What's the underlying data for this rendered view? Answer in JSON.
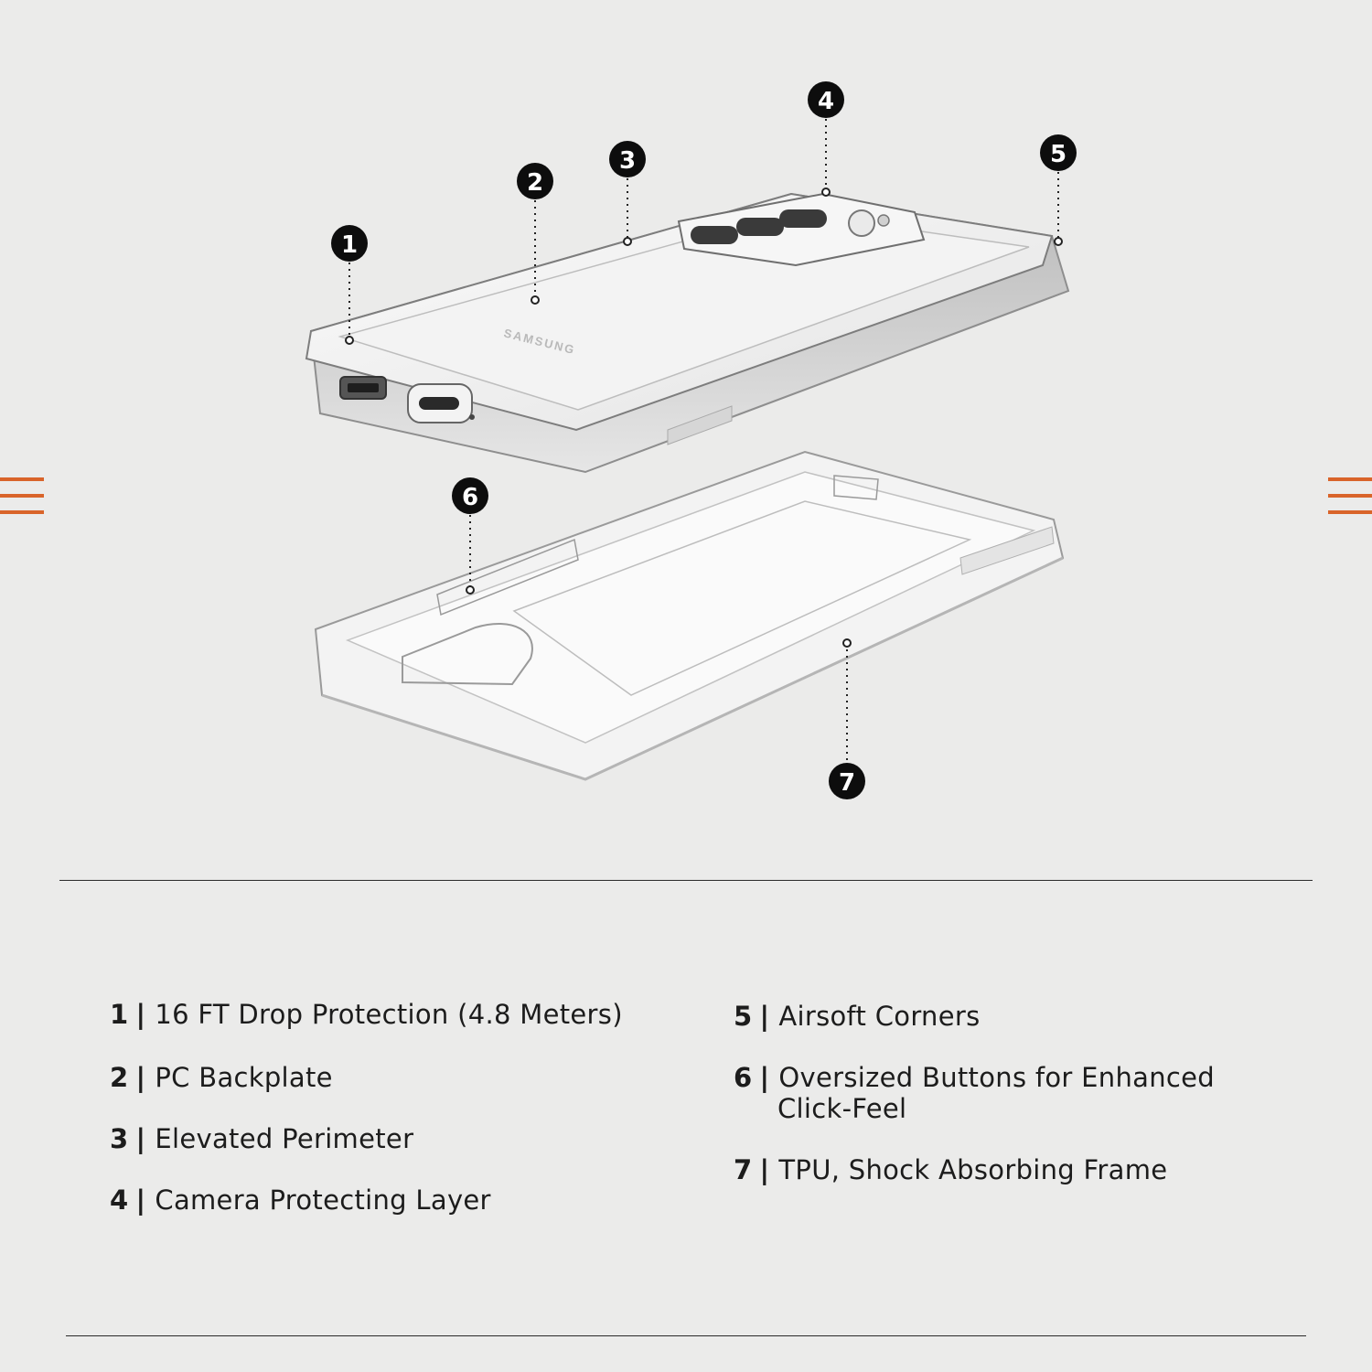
{
  "colors": {
    "background": "#ebebea",
    "accent": "#d9642a",
    "marker": "#0d0d0d"
  },
  "product_text": {
    "brand": "SAMSUNG"
  },
  "callouts": [
    {
      "number": "1"
    },
    {
      "number": "2"
    },
    {
      "number": "3"
    },
    {
      "number": "4"
    },
    {
      "number": "5"
    },
    {
      "number": "6"
    },
    {
      "number": "7"
    }
  ],
  "features": [
    {
      "number": "1",
      "label": "16 FT Drop Protection (4.8 Meters)"
    },
    {
      "number": "2",
      "label": "PC Backplate"
    },
    {
      "number": "3",
      "label": "Elevated Perimeter"
    },
    {
      "number": "4",
      "label": "Camera Protecting Layer"
    },
    {
      "number": "5",
      "label": "Airsoft Corners"
    },
    {
      "number": "6",
      "label": "Oversized Buttons for Enhanced",
      "label_cont": "Click-Feel"
    },
    {
      "number": "7",
      "label": "TPU, Shock Absorbing Frame"
    }
  ],
  "separator": "|"
}
